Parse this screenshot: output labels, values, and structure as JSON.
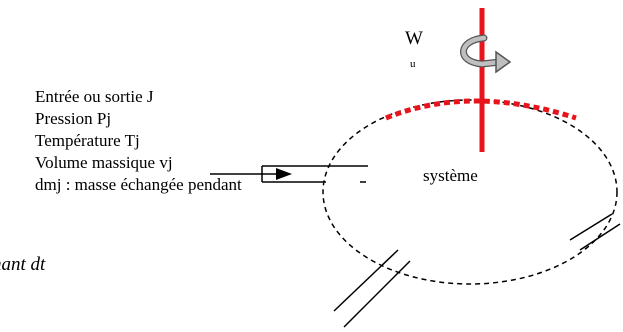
{
  "diagram": {
    "work_symbol": "W",
    "work_subscript": "u",
    "system_label": "système",
    "inlet_labels": [
      "Entrée ou sortie J",
      "Pression Pj",
      "Température Tj",
      "Volume massique vj",
      "dmj : masse échangée pendant"
    ],
    "cut_text": "nant dt",
    "colors": {
      "shaft": "#e8141b",
      "boundary_dashed_red": "#e8141b",
      "rotation_arrow_fill": "#bfbfbf",
      "line": "#000000"
    }
  }
}
